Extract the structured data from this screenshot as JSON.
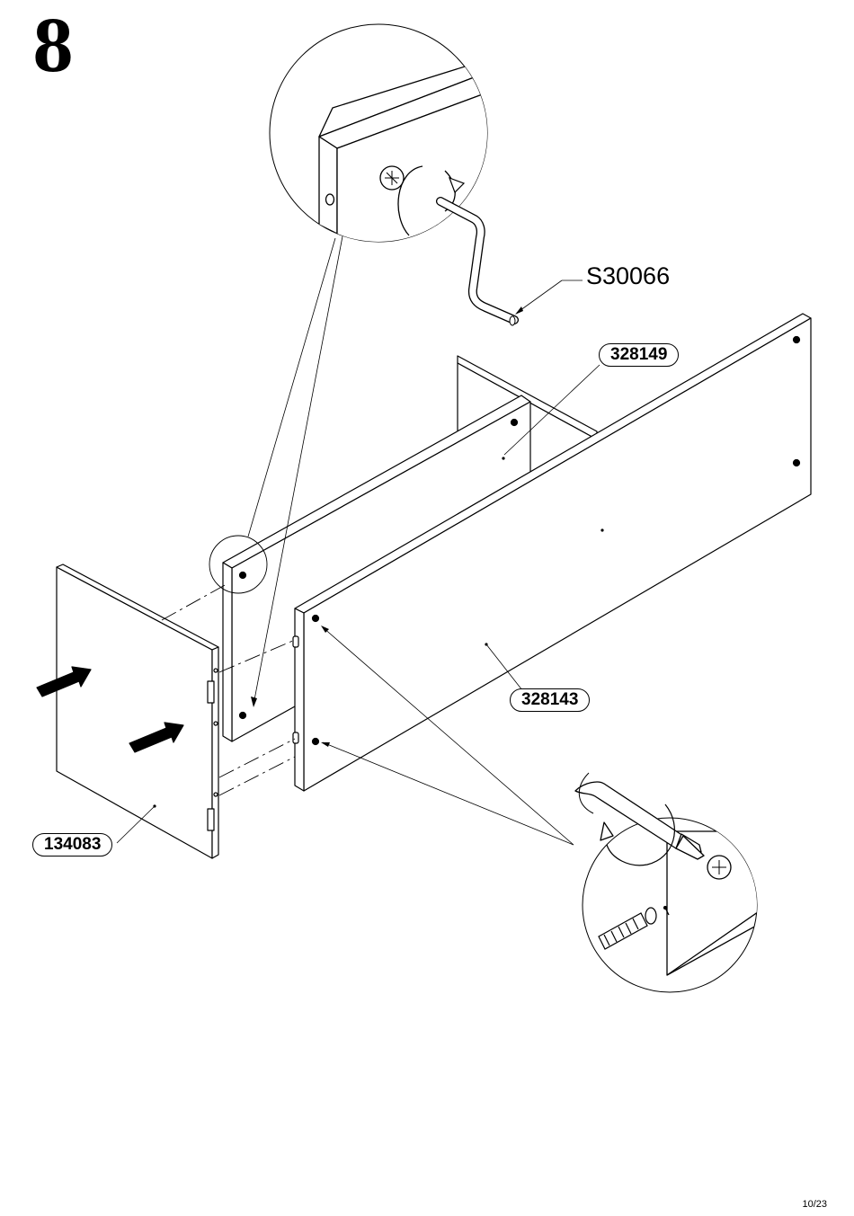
{
  "step": {
    "number": "8"
  },
  "tool": {
    "code": "S30066"
  },
  "parts": {
    "top_panel": "328149",
    "front_panel": "328143",
    "side_panel": "134083"
  },
  "page": {
    "number": "10/23"
  }
}
